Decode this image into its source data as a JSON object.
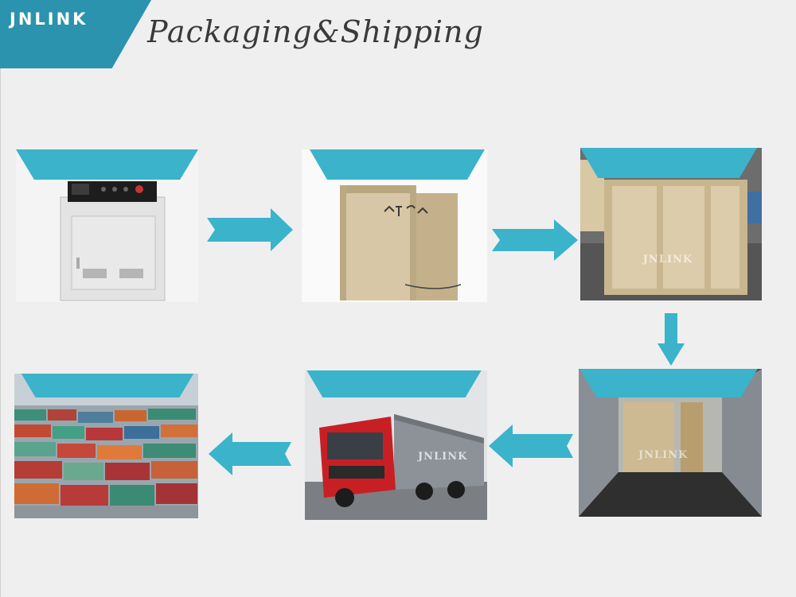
{
  "header": {
    "logo": "JNLINK",
    "title": "Packaging&Shipping"
  },
  "steps": [
    {
      "name": "machine"
    },
    {
      "name": "open-crate"
    },
    {
      "name": "closed-crate",
      "watermark": "JNLINK"
    },
    {
      "name": "container-loading",
      "watermark": "JNLINK"
    },
    {
      "name": "truck",
      "watermark": "JNLINK"
    },
    {
      "name": "port"
    }
  ],
  "colors": {
    "brand": "#2b93ad",
    "ribbon": "#3ab3cb",
    "arrow": "#3ab3cb",
    "background": "#efefef"
  }
}
